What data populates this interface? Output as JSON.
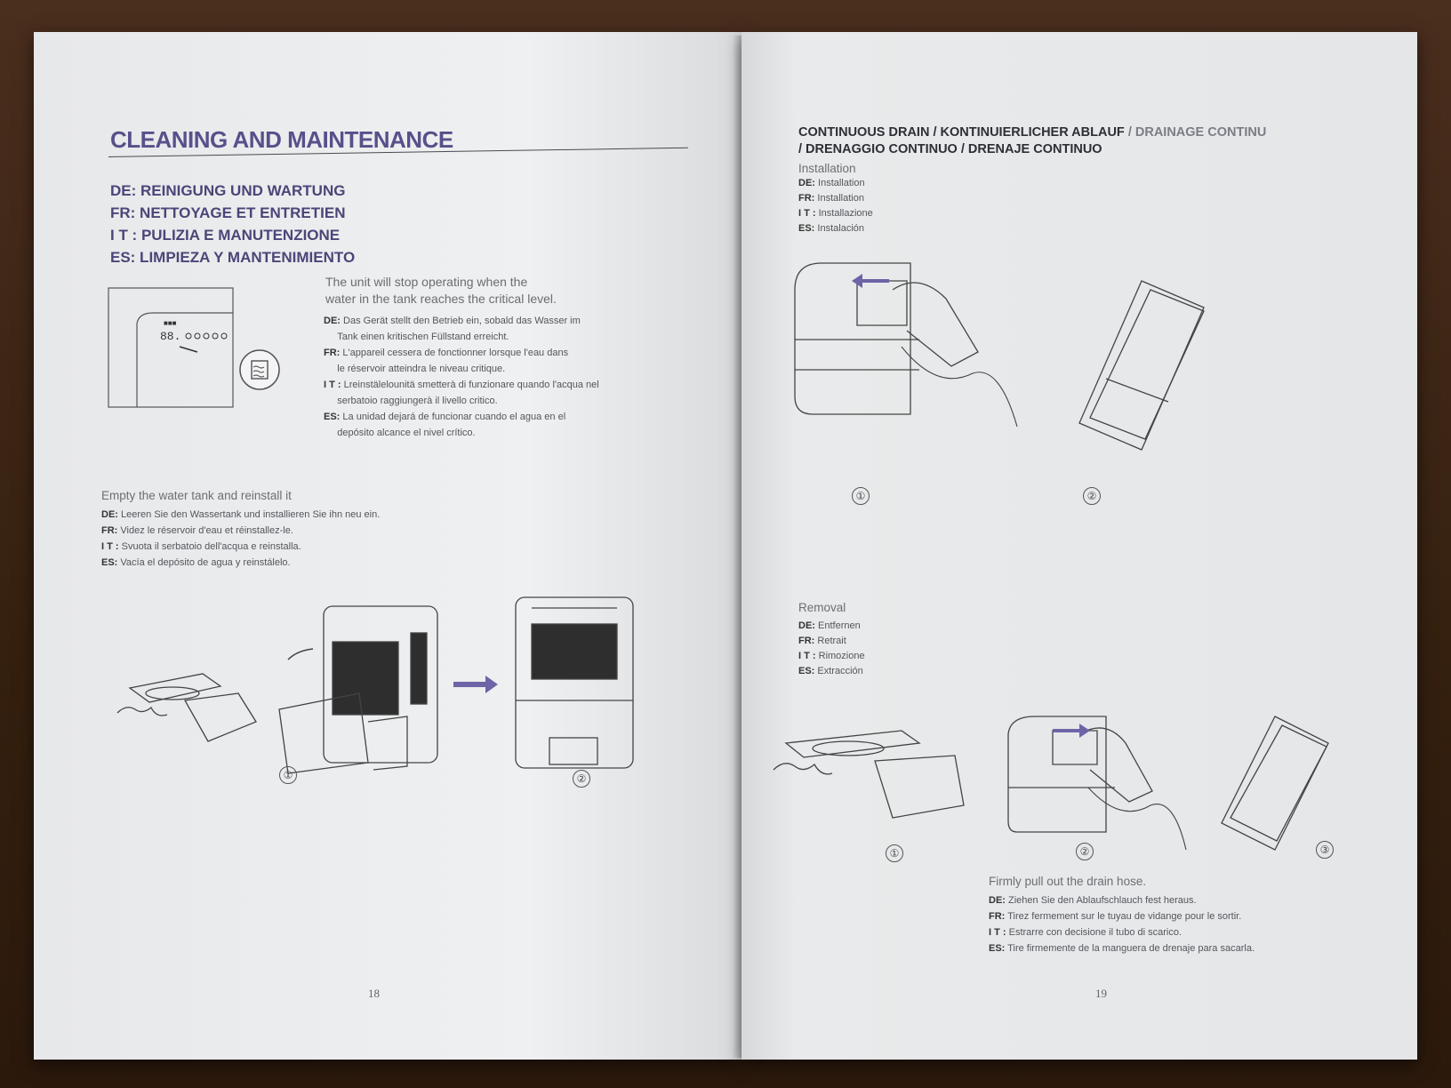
{
  "left": {
    "title": "CLEANING AND MAINTENANCE",
    "headings": [
      "DE: REINIGUNG UND WARTUNG",
      "FR: NETTOYAGE ET ENTRETIEN",
      "I T : PULIZIA E MANUTENZIONE",
      "ES: LIMPIEZA Y MANTENIMIENTO"
    ],
    "stop_text": [
      "The unit will stop operating when the",
      "water in the tank reaches the critical level."
    ],
    "stop_langs": [
      {
        "code": "DE:",
        "lines": [
          "Das Gerät stellt den Betrieb ein, sobald das Wasser im",
          "Tank einen kritischen Füllstand erreicht."
        ]
      },
      {
        "code": "FR:",
        "lines": [
          "L'appareil cessera de fonctionner lorsque l'eau dans",
          "le réservoir atteindra le niveau critique."
        ]
      },
      {
        "code": "I T :",
        "lines": [
          "Lreinstälelounitä smetterà di funzionare quando l'acqua nel",
          "serbatoio raggiungerà il livello critico."
        ]
      },
      {
        "code": "ES:",
        "lines": [
          "La unidad dejará de funcionar cuando el agua en el",
          "depósito alcance el nivel crítico."
        ]
      }
    ],
    "empty_caption": "Empty the water tank and reinstall it",
    "empty_langs": [
      {
        "code": "DE:",
        "text": "Leeren Sie den Wassertank und installieren Sie ihn neu ein."
      },
      {
        "code": "FR:",
        "text": "Videz le réservoir d'eau et réinstallez-le."
      },
      {
        "code": "I T :",
        "text": "Svuota il serbatoio dell'acqua e reinstalla."
      },
      {
        "code": "ES:",
        "text": "Vacía el depósito de agua y reinstálelo."
      }
    ],
    "step1": "①",
    "step2": "②",
    "page_number": "18"
  },
  "right": {
    "heading_line1_bold": "CONTINUOUS DRAIN / KONTINUIERLICHER ABLAUF",
    "heading_line1_fade": " / DRAINAGE CONTINU",
    "heading_line2": "/ DRENAGGIO CONTINUO / DRENAJE CONTINUO",
    "install_caption": "Installation",
    "install_langs": [
      {
        "code": "DE:",
        "text": "Installation"
      },
      {
        "code": "FR:",
        "text": "Installation"
      },
      {
        "code": "I T :",
        "text": "Installazione"
      },
      {
        "code": "ES:",
        "text": "Instalación"
      }
    ],
    "removal_caption": "Removal",
    "removal_langs": [
      {
        "code": "DE:",
        "text": "Entfernen"
      },
      {
        "code": "FR:",
        "text": "Retrait"
      },
      {
        "code": "I T :",
        "text": "Rimozione"
      },
      {
        "code": "ES:",
        "text": "Extracción"
      }
    ],
    "pull_caption": "Firmly pull out the drain hose.",
    "pull_langs": [
      {
        "code": "DE:",
        "text": "Ziehen Sie den Ablaufschlauch fest heraus."
      },
      {
        "code": "FR:",
        "text": "Tirez fermement sur le tuyau de vidange pour le sortir."
      },
      {
        "code": "I T :",
        "text": "Estrarre con decisione il tubo di scarico."
      },
      {
        "code": "ES:",
        "text": "Tire firmemente de la manguera de drenaje para sacarla."
      }
    ],
    "step1": "①",
    "step2": "②",
    "step3": "③",
    "page_number": "19"
  }
}
